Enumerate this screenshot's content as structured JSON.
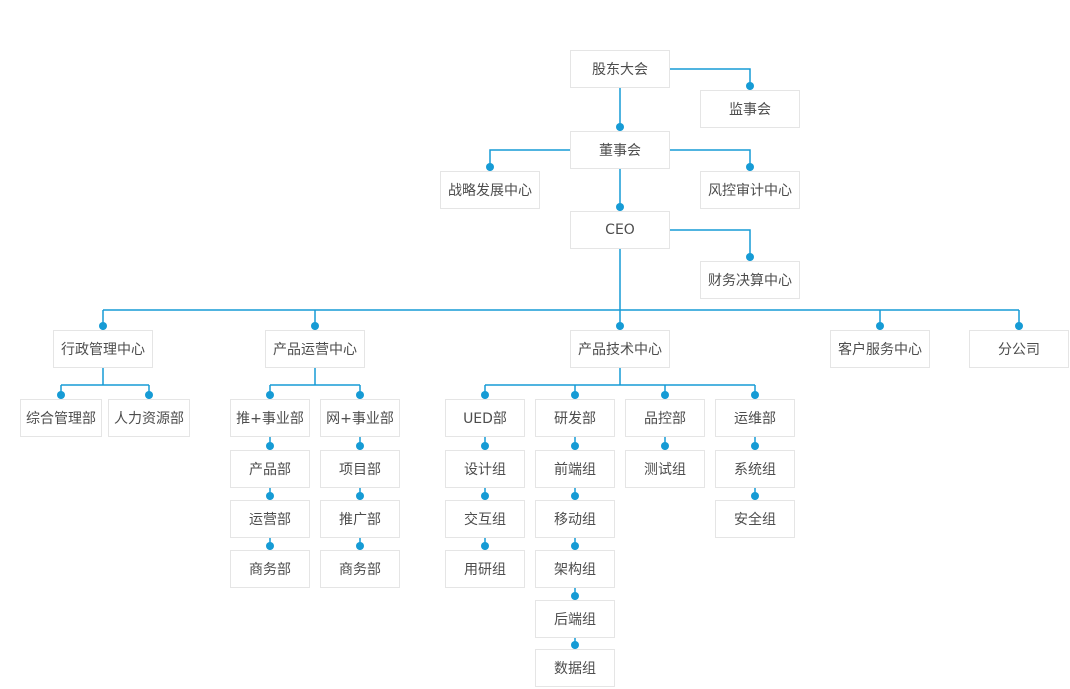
{
  "diagram": {
    "type": "org-chart",
    "background_color": "#ffffff",
    "accent_color": "#169bd5",
    "node_border_color": "#e5e5e5",
    "node_text_color": "#4d4d4d",
    "nodes": {
      "shareholders": {
        "label": "股东大会"
      },
      "supervisory": {
        "label": "监事会"
      },
      "board": {
        "label": "董事会"
      },
      "strategy": {
        "label": "战略发展中心"
      },
      "risk_audit": {
        "label": "风控审计中心"
      },
      "ceo": {
        "label": "CEO"
      },
      "finance": {
        "label": "财务决算中心"
      },
      "admin_center": {
        "label": "行政管理中心"
      },
      "ops_center": {
        "label": "产品运营中心"
      },
      "tech_center": {
        "label": "产品技术中心"
      },
      "service_center": {
        "label": "客户服务中心"
      },
      "branch": {
        "label": "分公司"
      },
      "general_dept": {
        "label": "综合管理部"
      },
      "hr_dept": {
        "label": "人力资源部"
      },
      "tui_division": {
        "label": "推+事业部"
      },
      "wang_division": {
        "label": "网+事业部"
      },
      "ued_dept": {
        "label": "UED部"
      },
      "rd_dept": {
        "label": "研发部"
      },
      "qc_dept": {
        "label": "品控部"
      },
      "om_dept": {
        "label": "运维部"
      },
      "product_dept": {
        "label": "产品部"
      },
      "project_dept": {
        "label": "项目部"
      },
      "design_group": {
        "label": "设计组"
      },
      "frontend_group": {
        "label": "前端组"
      },
      "test_group": {
        "label": "测试组"
      },
      "system_group": {
        "label": "系统组"
      },
      "operation_dept": {
        "label": "运营部"
      },
      "promotion_dept": {
        "label": "推广部"
      },
      "interaction_group": {
        "label": "交互组"
      },
      "mobile_group": {
        "label": "移动组"
      },
      "security_group": {
        "label": "安全组"
      },
      "business_dept_tui": {
        "label": "商务部"
      },
      "business_dept_wang": {
        "label": "商务部"
      },
      "research_group": {
        "label": "用研组"
      },
      "arch_group": {
        "label": "架构组"
      },
      "backend_group": {
        "label": "后端组"
      },
      "data_group": {
        "label": "数据组"
      }
    },
    "edges": [
      [
        "shareholders",
        "supervisory"
      ],
      [
        "shareholders",
        "board"
      ],
      [
        "board",
        "strategy"
      ],
      [
        "board",
        "risk_audit"
      ],
      [
        "board",
        "ceo"
      ],
      [
        "ceo",
        "finance"
      ],
      [
        "ceo",
        "admin_center"
      ],
      [
        "ceo",
        "ops_center"
      ],
      [
        "ceo",
        "tech_center"
      ],
      [
        "ceo",
        "service_center"
      ],
      [
        "ceo",
        "branch"
      ],
      [
        "admin_center",
        "general_dept"
      ],
      [
        "admin_center",
        "hr_dept"
      ],
      [
        "ops_center",
        "tui_division"
      ],
      [
        "ops_center",
        "wang_division"
      ],
      [
        "tui_division",
        "product_dept"
      ],
      [
        "product_dept",
        "operation_dept"
      ],
      [
        "operation_dept",
        "business_dept_tui"
      ],
      [
        "wang_division",
        "project_dept"
      ],
      [
        "project_dept",
        "promotion_dept"
      ],
      [
        "promotion_dept",
        "business_dept_wang"
      ],
      [
        "tech_center",
        "ued_dept"
      ],
      [
        "tech_center",
        "rd_dept"
      ],
      [
        "tech_center",
        "qc_dept"
      ],
      [
        "tech_center",
        "om_dept"
      ],
      [
        "ued_dept",
        "design_group"
      ],
      [
        "design_group",
        "interaction_group"
      ],
      [
        "interaction_group",
        "research_group"
      ],
      [
        "rd_dept",
        "frontend_group"
      ],
      [
        "frontend_group",
        "mobile_group"
      ],
      [
        "mobile_group",
        "arch_group"
      ],
      [
        "arch_group",
        "backend_group"
      ],
      [
        "backend_group",
        "data_group"
      ],
      [
        "qc_dept",
        "test_group"
      ],
      [
        "om_dept",
        "system_group"
      ],
      [
        "system_group",
        "security_group"
      ]
    ]
  }
}
